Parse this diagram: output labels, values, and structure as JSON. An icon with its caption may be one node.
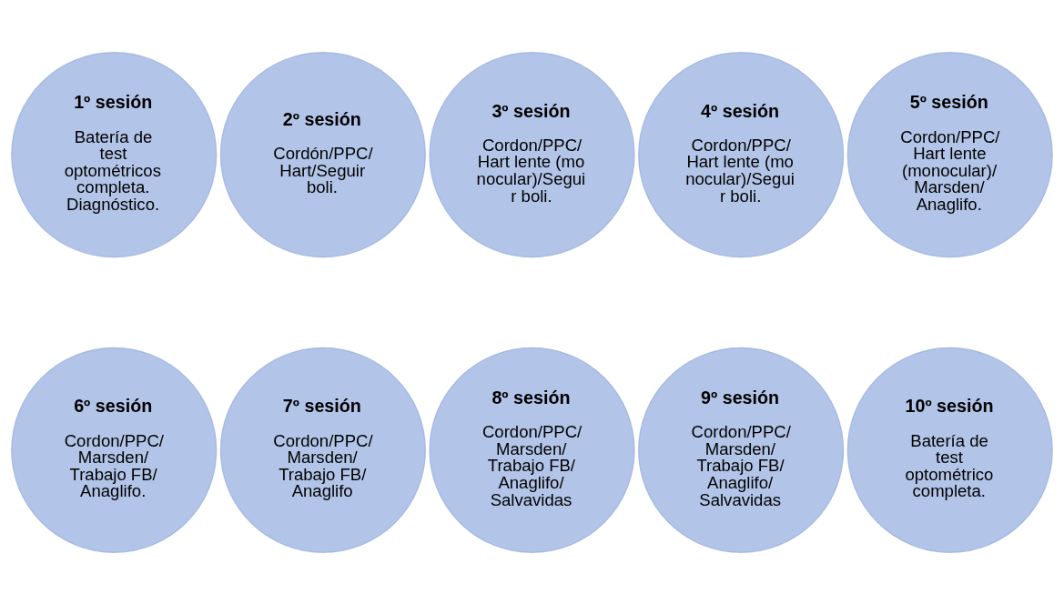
{
  "diagram": {
    "nodes": [
      {
        "text": [
          "1º sesión",
          "Batería de test optométricos completa. Diagnóstico."
        ]
      },
      {
        "text": [
          "2º sesión",
          "Cordón/PPC/ Hart/Seguir boli."
        ]
      },
      {
        "text": [
          "3º sesión",
          "Cordon/PPC/ Hart lente (monocular)/Seguir boli."
        ]
      },
      {
        "text": [
          "4º sesión",
          "Cordon/PPC/ Hart lente (monocular)/Seguir boli."
        ]
      },
      {
        "text": [
          "5º sesión",
          "Cordon/PPC/ Hart lente (monocular)/ Marsden/ Anaglifo."
        ]
      },
      {
        "text": [
          "6º sesión",
          "Cordon/PPC/ Marsden/ Trabajo FB/ Anaglifo."
        ]
      },
      {
        "text": [
          "7º sesión",
          "Cordon/PPC/ Marsden/ Trabajo FB/ Anaglifo"
        ]
      },
      {
        "text": [
          "8º sesión",
          "Cordon/PPC/ Marsden/ Trabajo FB/ Anaglifo/ Salvavidas"
        ]
      },
      {
        "text": [
          "9º sesión",
          "Cordon/PPC/ Marsden/ Trabajo FB/ Anaglifo/ Salvavidas"
        ]
      },
      {
        "text": [
          "10º sesión",
          "Batería de test optométrico completa."
        ]
      }
    ],
    "edges": []
  }
}
